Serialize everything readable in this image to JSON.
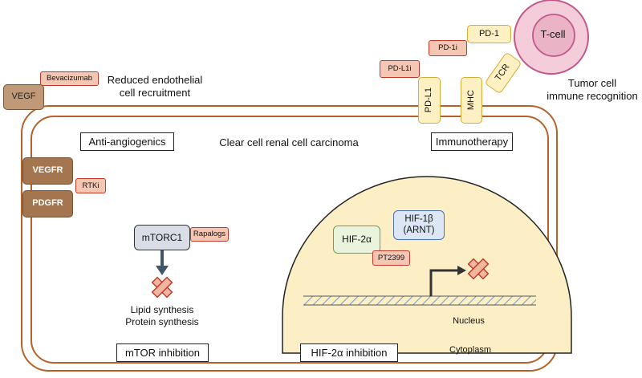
{
  "ligand": {
    "vegf": "VEGF",
    "bevacizumab": "Bevacizumab"
  },
  "note_endothelial": "Reduced endothelial\ncell recruitment",
  "note_immune": "Tumor cell\nimmune recognition",
  "cell_title": "Clear cell renal cell carcinoma",
  "sections": {
    "anti_angiogenics": "Anti-angiogenics",
    "immunotherapy": "Immunotherapy",
    "mtor_inhibition": "mTOR inhibition",
    "hif_inhibition": "HIF-2α inhibition"
  },
  "receptors": {
    "vegfr": "VEGFR",
    "pdgfr": "PDGFR",
    "rtki": "RTKi"
  },
  "immune": {
    "tcell": "T-cell",
    "pd1": "PD-1",
    "pd1i": "PD-1i",
    "pdl1i": "PD-L1i",
    "tcr": "TCR",
    "pdl1": "PD-L1",
    "mhc": "MHC"
  },
  "mtor": {
    "mtorc1": "mTORC1",
    "rapalogs": "Rapalogs",
    "outcome": "Lipid synthesis\nProtein synthesis"
  },
  "nucleus": {
    "hif2a": "HIF-2α",
    "hif1b": "HIF-1β\n(ARNT)",
    "pt2399": "PT2399",
    "label": "Nucleus"
  },
  "cytoplasm": "Cytoplasm"
}
